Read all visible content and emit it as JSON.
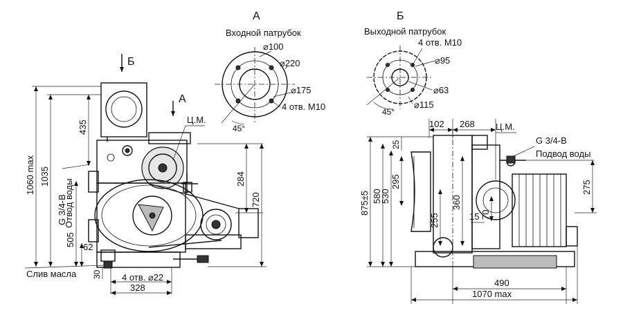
{
  "view_a": {
    "letter": "А",
    "title": "Входной патрубок",
    "d1": "⌀100",
    "d2": "⌀220",
    "d3": "⌀175",
    "holes": "4 отв. М10",
    "angle": "45°"
  },
  "view_b": {
    "letter": "Б",
    "title": "Выходной патрубок",
    "holes": "4 отв. М10",
    "d1": "⌀95",
    "d2": "⌀63",
    "d3": "⌀115",
    "angle": "45°"
  },
  "side_view": {
    "arrow_b": "Б",
    "arrow_a": "А",
    "cm": "Ц.М.",
    "dim_1060": "1060 max",
    "dim_1035": "1035",
    "dim_435": "435",
    "dim_505": "505",
    "dim_62": "62",
    "dim_30": "30",
    "dim_284": "284",
    "dim_720": "720",
    "g_label": "G 3/4-B",
    "drain_water": "Отвод воды",
    "drain_oil": "Слив масла",
    "holes": "4 отв. ⌀22",
    "dim_328": "328"
  },
  "front_view": {
    "dim_102": "102",
    "dim_268": "268",
    "cm": "Ц.М.",
    "g_label": "G 3/4-B",
    "supply_water": "Подвод воды",
    "dim_275": "275",
    "dim_25": "25",
    "dim_295": "295",
    "dim_875": "875±5",
    "dim_580": "580",
    "dim_530": "530",
    "dim_255": "255",
    "dim_360": "360",
    "dim_70": "70",
    "dim_15": "15",
    "dim_490": "490",
    "dim_1070": "1070 max"
  }
}
